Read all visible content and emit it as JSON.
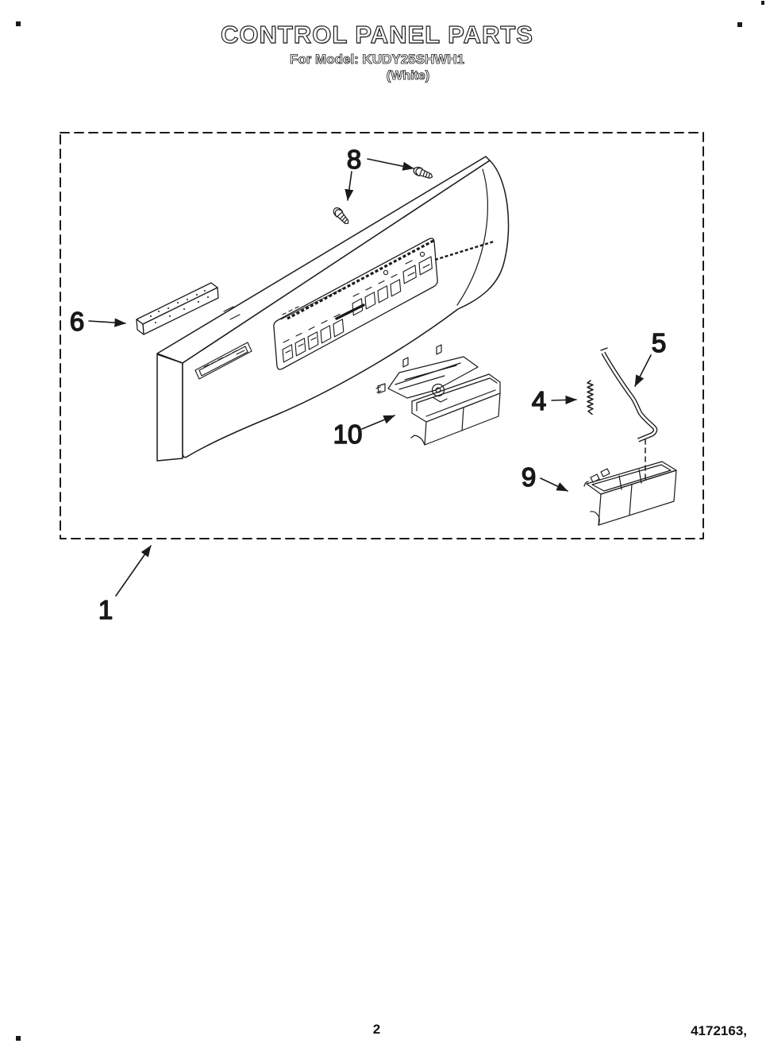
{
  "page": {
    "title": "CONTROL PANEL PARTS",
    "model_line": "For Model: KUDY25SHWH1",
    "finish_line": "(White)",
    "footer": {
      "page_number": "2",
      "doc_number": "4172163,"
    }
  },
  "diagram": {
    "callouts": {
      "c1": "1",
      "c4": "4",
      "c5": "5",
      "c6": "6",
      "c8": "8",
      "c9": "9",
      "c10": "10"
    }
  },
  "colors": {
    "ink": "#1a1a1a",
    "paper": "#ffffff"
  }
}
